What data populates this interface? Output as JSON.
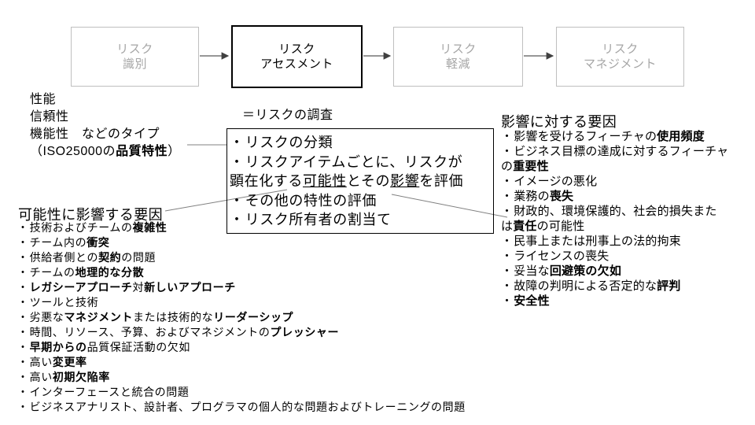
{
  "colors": {
    "background": "#ffffff",
    "inactive_box_border": "#bfbfbf",
    "inactive_box_text": "#a6a6a6",
    "active_box_border": "#000000",
    "text": "#000000",
    "connector_line": "#808080",
    "arrow": "#595959"
  },
  "flow": {
    "boxes": [
      {
        "id": "risk-identification",
        "line1": "リスク",
        "line2": "識別",
        "active": false
      },
      {
        "id": "risk-assessment",
        "line1": "リスク",
        "line2": "アセスメント",
        "active": true
      },
      {
        "id": "risk-mitigation",
        "line1": "リスク",
        "line2": "軽減",
        "active": false
      },
      {
        "id": "risk-management",
        "line1": "リスク",
        "line2": "マネジメント",
        "active": false
      }
    ]
  },
  "annotation_types": {
    "bullet": "",
    "items": [
      [
        {
          "t": "性能"
        }
      ],
      [
        {
          "t": "信頼性"
        }
      ],
      [
        {
          "t": "機能性　などのタイプ"
        }
      ],
      [
        {
          "t": "（ISO25000の"
        },
        {
          "t": "品質特性",
          "b": true
        },
        {
          "t": "）"
        }
      ]
    ]
  },
  "assessment_label": "＝リスクの調査",
  "assessment_box": {
    "bullet": "・",
    "items": [
      [
        {
          "t": "リスクの分類"
        }
      ],
      [
        {
          "t": "リスクアイテムごとに、リスクが"
        },
        {
          "br": true
        },
        {
          "t": "顕在化する"
        },
        {
          "t": "可能性",
          "u": true
        },
        {
          "t": "とその"
        },
        {
          "t": "影響",
          "u": true
        },
        {
          "t": "を評価"
        }
      ],
      [
        {
          "t": "その他の特性の評価"
        }
      ],
      [
        {
          "t": "リスク所有者の割当て"
        }
      ]
    ]
  },
  "left_factors": {
    "title": "可能性に影響する要因",
    "bullet": "・",
    "items": [
      [
        {
          "t": "技術およびチームの"
        },
        {
          "t": "複雑性",
          "b": true
        }
      ],
      [
        {
          "t": "チーム内の"
        },
        {
          "t": "衝突",
          "b": true
        }
      ],
      [
        {
          "t": "供給者側との"
        },
        {
          "t": "契約",
          "b": true
        },
        {
          "t": "の問題"
        }
      ],
      [
        {
          "t": "チームの"
        },
        {
          "t": "地理的な分散",
          "b": true
        }
      ],
      [
        {
          "t": "レガシーアプローチ",
          "b": true
        },
        {
          "t": "対"
        },
        {
          "t": "新しいアプローチ",
          "b": true
        }
      ],
      [
        {
          "t": "ツールと技術"
        }
      ],
      [
        {
          "t": "劣悪な"
        },
        {
          "t": "マネジメント",
          "b": true
        },
        {
          "t": "または技術的な"
        },
        {
          "t": "リーダーシップ",
          "b": true
        }
      ],
      [
        {
          "t": "時間、リソース、予算、およびマネジメントの"
        },
        {
          "t": "プレッシャー",
          "b": true
        }
      ],
      [
        {
          "t": "早期からの",
          "b": true
        },
        {
          "t": "品質保証活動の欠如"
        }
      ],
      [
        {
          "t": "高い"
        },
        {
          "t": "変更率",
          "b": true
        }
      ],
      [
        {
          "t": "高い"
        },
        {
          "t": "初期欠陥率",
          "b": true
        }
      ],
      [
        {
          "t": "インターフェースと統合の問題"
        }
      ],
      [
        {
          "t": "ビジネスアナリスト、設計者、プログラマの個人的な問題およびトレーニングの問題"
        }
      ]
    ]
  },
  "right_factors": {
    "title": "影響に対する要因",
    "bullet": "・",
    "items": [
      [
        {
          "t": "影響を受けるフィーチャの"
        },
        {
          "t": "使用頻度",
          "b": true
        }
      ],
      [
        {
          "t": "ビジネス目標の達成に対するフィーチャ"
        },
        {
          "br": true
        },
        {
          "t": "の"
        },
        {
          "t": "重要性",
          "b": true
        }
      ],
      [
        {
          "t": "イメージの悪化"
        }
      ],
      [
        {
          "t": "業務の"
        },
        {
          "t": "喪失",
          "b": true
        }
      ],
      [
        {
          "t": "財政的、環境保護的、社会的損失また"
        },
        {
          "br": true
        },
        {
          "t": "は"
        },
        {
          "t": "責任",
          "b": true
        },
        {
          "t": "の可能性"
        }
      ],
      [
        {
          "t": "民事上または刑事上の法的拘束"
        }
      ],
      [
        {
          "t": "ライセンスの喪失"
        }
      ],
      [
        {
          "t": "妥当な"
        },
        {
          "t": "回避策の欠如",
          "b": true
        }
      ],
      [
        {
          "t": "故障の判明による否定的な"
        },
        {
          "t": "評判",
          "b": true
        }
      ],
      [
        {
          "t": "安全性",
          "b": true
        }
      ]
    ]
  }
}
